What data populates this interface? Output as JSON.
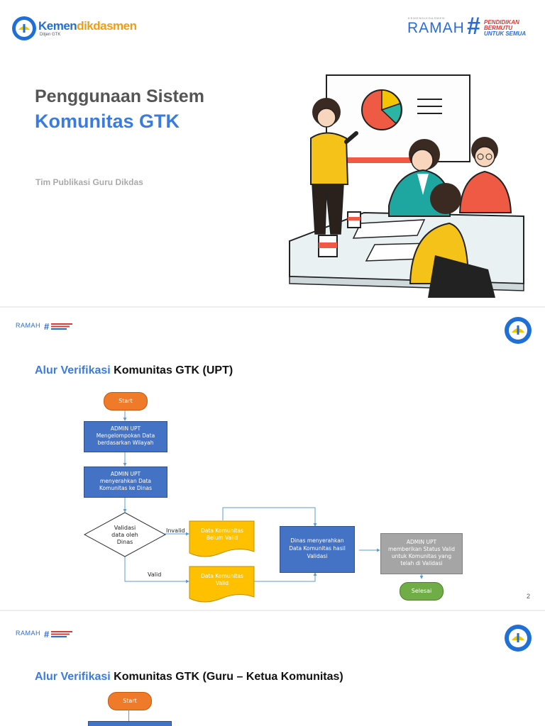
{
  "slide1": {
    "logo_name_a": "Kemen",
    "logo_name_b": "dikdasmen",
    "logo_sub": "Ditjen GTK",
    "ramah_caption": "KEMENDIKDASMEN",
    "ramah_word": "RAMAH",
    "hashtag": "#",
    "tagline": [
      "PENDIDIKAN",
      "BERMUTU",
      "UNTUK SEMUA"
    ],
    "title_line1": "Penggunaan Sistem",
    "title_line2": "Komunitas GTK",
    "author": "Tim Publikasi Guru Dikdas"
  },
  "slide2": {
    "footer_ramah": "RAMAH",
    "title_accent": "Alur Verifikasi",
    "title_rest": "Komunitas GTK (UPT)",
    "page_number": "2",
    "flow": {
      "start": "Start",
      "step1": [
        "ADMIN UPT",
        "Mengelompokan Data",
        "berdasarkan Wilayah"
      ],
      "step2": [
        "ADMIN UPT",
        "menyerahkan Data",
        "Komunitas ke Dinas"
      ],
      "decision": [
        "Validasi",
        "data oleh",
        "Dinas"
      ],
      "invalid_label": "Invalid",
      "valid_label": "Valid",
      "doc_invalid": [
        "Data Komunitas",
        "Belum Valid"
      ],
      "doc_valid": [
        "Data Komunitas",
        "Valid"
      ],
      "dinas": [
        "Dinas menyerahkan",
        "Data Komunitas hasil",
        "Validasi"
      ],
      "final": [
        "ADMIN UPT",
        "memberikan Status Valid",
        "untuk Komunitas yang",
        "telah di Validasi"
      ],
      "end": "Selesai"
    },
    "colors": {
      "accent": "#3b7be0",
      "start": "#ee7a2a",
      "process": "#4472c4",
      "document": "#ffc000",
      "gray": "#a5a5a5",
      "end": "#70ad47"
    }
  },
  "slide3": {
    "footer_ramah": "RAMAH",
    "title_accent": "Alur Verifikasi",
    "title_rest": "Komunitas GTK (Guru – Ketua Komunitas)",
    "flow": {
      "start": "Start"
    }
  }
}
